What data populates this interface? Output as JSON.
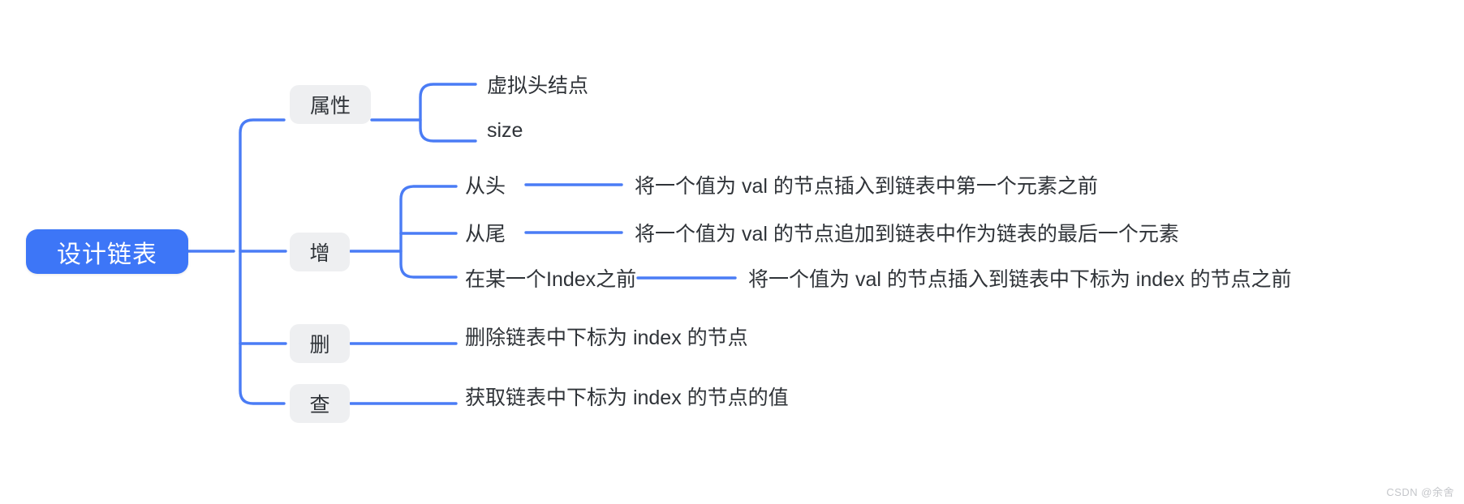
{
  "diagram": {
    "type": "mind-map",
    "colors": {
      "root_fill": "#3d76f7",
      "root_text": "#ffffff",
      "branch_fill": "#eeeff1",
      "branch_text": "#2f3338",
      "connector": "#4a7cf5",
      "background": "#ffffff",
      "watermark_text": "#c4c6ca"
    },
    "root": {
      "label": "设计链表"
    },
    "branches": [
      {
        "label": "属性",
        "children": [
          {
            "label": "虚拟头结点",
            "description": ""
          },
          {
            "label": "size",
            "description": ""
          }
        ]
      },
      {
        "label": "增",
        "children": [
          {
            "label": "从头",
            "description": "将一个值为 val 的节点插入到链表中第一个元素之前"
          },
          {
            "label": "从尾",
            "description": "将一个值为 val 的节点追加到链表中作为链表的最后一个元素"
          },
          {
            "label": "在某一个Index之前",
            "description": "将一个值为 val 的节点插入到链表中下标为 index 的节点之前"
          }
        ]
      },
      {
        "label": "删",
        "children": [
          {
            "label": "删除链表中下标为 index 的节点",
            "description": ""
          }
        ]
      },
      {
        "label": "查",
        "children": [
          {
            "label": "获取链表中下标为 index 的节点的值",
            "description": ""
          }
        ]
      }
    ]
  },
  "watermark": {
    "text": "CSDN @余舍"
  }
}
